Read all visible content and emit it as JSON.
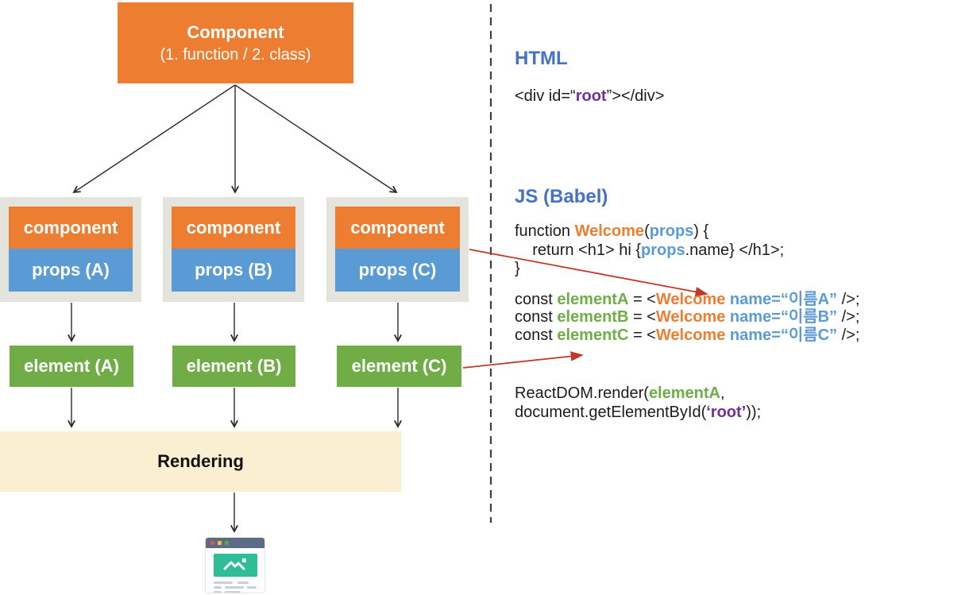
{
  "colors": {
    "orange": "#ED7D31",
    "blue": "#5B9BD5",
    "green": "#70AD47",
    "group_bg": "#E5E4DC",
    "rendering_bg": "#FBEFD1",
    "heading_blue": "#4472C4",
    "purple": "#7030A0",
    "arrow_red": "#C0392B",
    "arrow_black": "#2B2B2B",
    "dashed_separator": "#3F3F3F",
    "browser_header": "#5C6C87",
    "browser_image_teal": "#2EBD96"
  },
  "diagram": {
    "root_box": {
      "title": "Component",
      "subtitle": "(1. function / 2. class)"
    },
    "component_groups": [
      {
        "component_label": "component",
        "props_label": "props (A)"
      },
      {
        "component_label": "component",
        "props_label": "props (B)"
      },
      {
        "component_label": "component",
        "props_label": "props (C)"
      }
    ],
    "element_boxes": [
      {
        "label": "element (A)"
      },
      {
        "label": "element (B)"
      },
      {
        "label": "element (C)"
      }
    ],
    "rendering_box": {
      "label": "Rendering"
    },
    "browser_icon": {
      "name": "browser-window-icon"
    }
  },
  "code_panel": {
    "html_section": {
      "heading": "HTML",
      "code": [
        {
          "t": "<div id=“",
          "c": "k"
        },
        {
          "t": "root",
          "c": "p"
        },
        {
          "t": "”></div>",
          "c": "k"
        }
      ]
    },
    "js_section": {
      "heading": "JS (Babel)",
      "function_lines": [
        [
          {
            "t": "function ",
            "c": "k"
          },
          {
            "t": "Welcome",
            "c": "o"
          },
          {
            "t": "(",
            "c": "k"
          },
          {
            "t": "props",
            "c": "b"
          },
          {
            "t": ") {",
            "c": "k"
          }
        ],
        [
          {
            "t": "    return <h1> hi {",
            "c": "k"
          },
          {
            "t": "props",
            "c": "b"
          },
          {
            "t": ".name} </h1>;",
            "c": "k"
          }
        ],
        [
          {
            "t": "}",
            "c": "k"
          }
        ]
      ],
      "const_lines": [
        [
          {
            "t": "const ",
            "c": "k"
          },
          {
            "t": "elementA",
            "c": "g"
          },
          {
            "t": " = <",
            "c": "k"
          },
          {
            "t": "Welcome",
            "c": "o"
          },
          {
            "t": " ",
            "c": "k"
          },
          {
            "t": "name=“이름A”",
            "c": "b"
          },
          {
            "t": " />;",
            "c": "k"
          }
        ],
        [
          {
            "t": "const ",
            "c": "k"
          },
          {
            "t": "elementB",
            "c": "g"
          },
          {
            "t": " = <",
            "c": "k"
          },
          {
            "t": "Welcome",
            "c": "o"
          },
          {
            "t": " ",
            "c": "k"
          },
          {
            "t": "name=“이름B”",
            "c": "b"
          },
          {
            "t": " />;",
            "c": "k"
          }
        ],
        [
          {
            "t": "const ",
            "c": "k"
          },
          {
            "t": "elementC",
            "c": "g"
          },
          {
            "t": " = <",
            "c": "k"
          },
          {
            "t": "Welcome",
            "c": "o"
          },
          {
            "t": " ",
            "c": "k"
          },
          {
            "t": "name=“이름C”",
            "c": "b"
          },
          {
            "t": " />;",
            "c": "k"
          }
        ]
      ],
      "render_line": [
        {
          "t": "ReactDOM.render(",
          "c": "k"
        },
        {
          "t": "elementA",
          "c": "g"
        },
        {
          "t": ", document.getElementById(",
          "c": "k"
        },
        {
          "t": "‘root’",
          "c": "p"
        },
        {
          "t": "));",
          "c": "k"
        }
      ]
    }
  }
}
